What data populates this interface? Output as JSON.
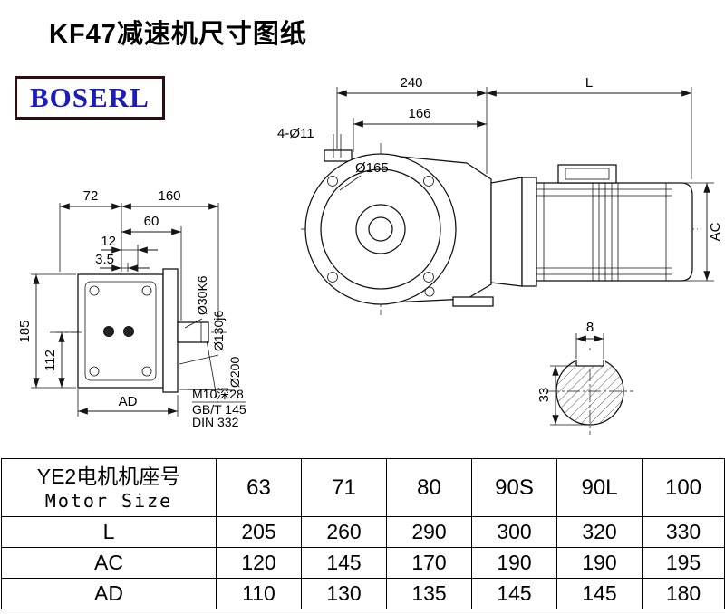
{
  "page": {
    "title": "KF47减速机尺寸图纸",
    "logo": "BOSERL"
  },
  "drawing": {
    "front_view": {
      "dim_240": "240",
      "dim_L": "L",
      "dim_4xO11": "4-Ø11",
      "dim_166": "166",
      "dim_O165": "Ø165",
      "dim_AC": "AC"
    },
    "side_view": {
      "dim_72": "72",
      "dim_160": "160",
      "dim_60": "60",
      "dim_12": "12",
      "dim_3_5": "3.5",
      "dim_O30K6": "Ø30K6",
      "dim_O130j6": "Ø130j6",
      "dim_O200": "Ø200",
      "dim_185": "185",
      "dim_112": "112",
      "dim_AD": "AD",
      "note_tap": "M10深28",
      "note_gb": "GB/T 145",
      "note_din": "DIN 332"
    },
    "shaft_section": {
      "dim_8": "8",
      "dim_33": "33"
    }
  },
  "table": {
    "header": {
      "label_cn": "YE2电机机座号",
      "label_en": "Motor Size",
      "sizes": [
        "63",
        "71",
        "80",
        "90S",
        "90L",
        "100"
      ]
    },
    "rows": [
      {
        "label": "L",
        "values": [
          "205",
          "260",
          "290",
          "300",
          "320",
          "330"
        ]
      },
      {
        "label": "AC",
        "values": [
          "120",
          "145",
          "170",
          "190",
          "190",
          "195"
        ]
      },
      {
        "label": "AD",
        "values": [
          "110",
          "130",
          "135",
          "145",
          "145",
          "180"
        ]
      }
    ]
  }
}
